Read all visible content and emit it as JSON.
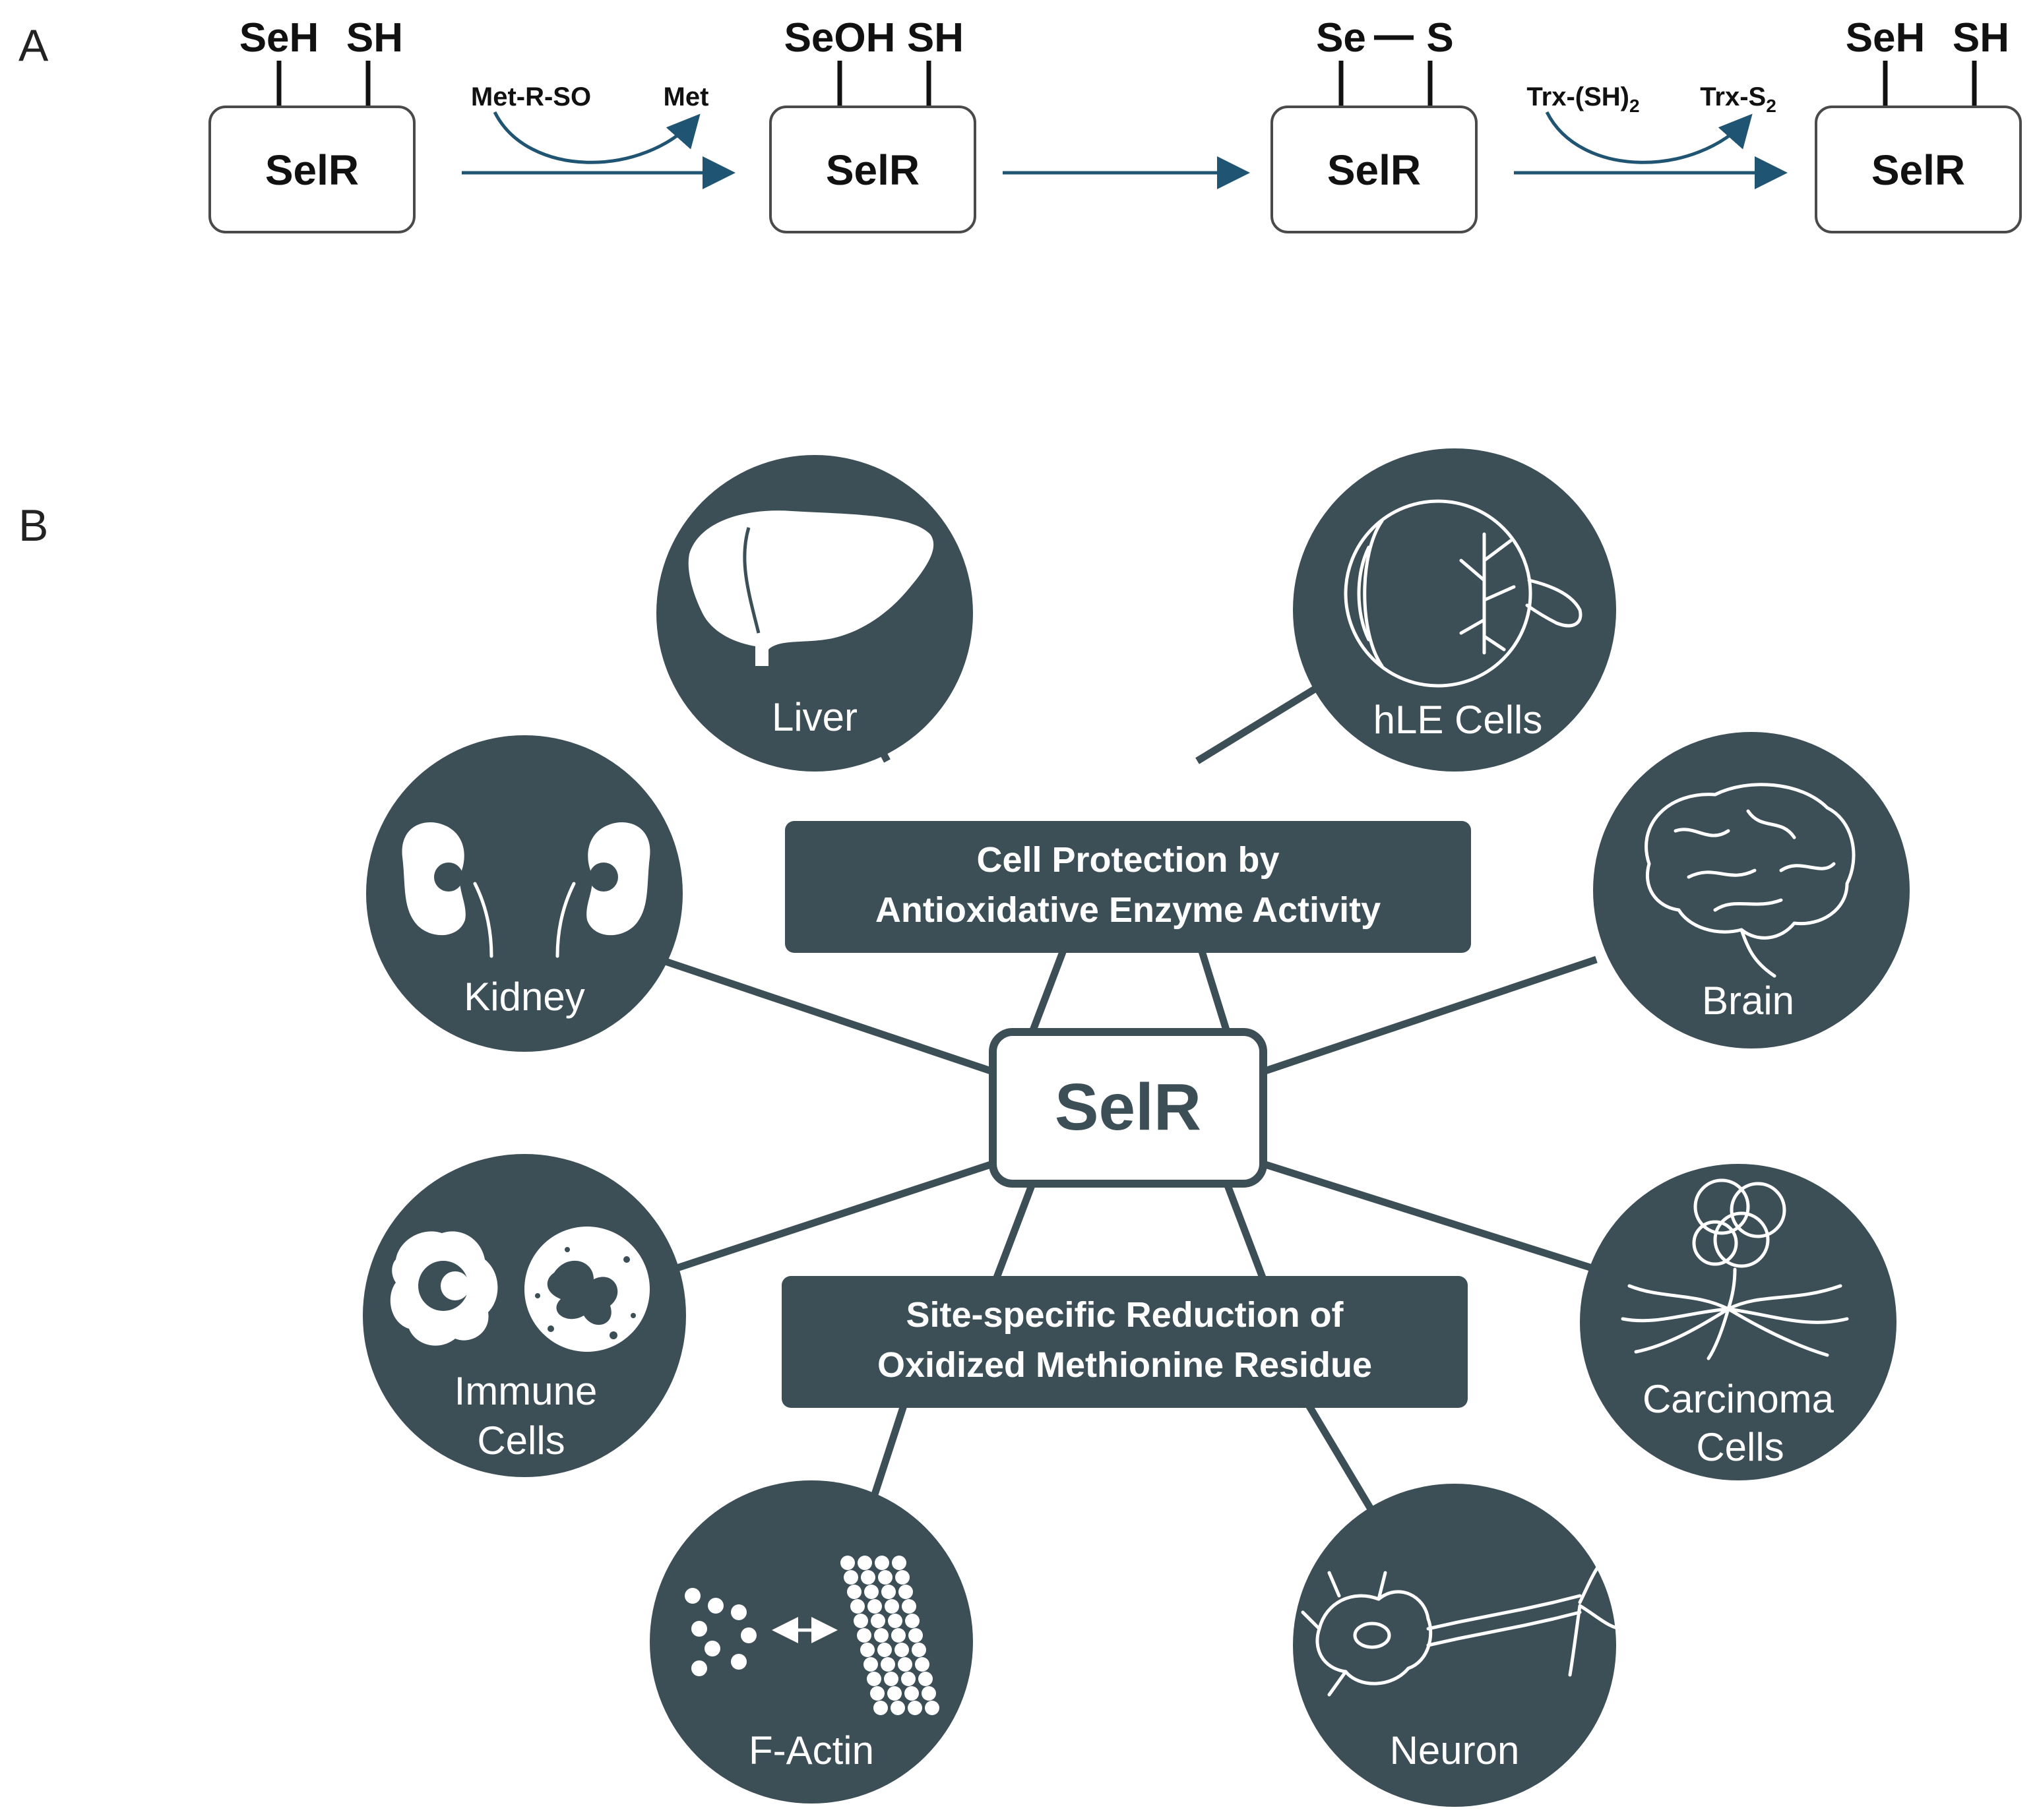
{
  "panel_a": {
    "letter": "A",
    "states": [
      {
        "left": "SeH",
        "right": "SH",
        "bond": false,
        "box": "SelR"
      },
      {
        "left": "SeOH",
        "right": "SH",
        "bond": false,
        "box": "SelR"
      },
      {
        "left": "Se",
        "right": "S",
        "bond": true,
        "box": "SelR"
      },
      {
        "left": "SeH",
        "right": "SH",
        "bond": false,
        "box": "SelR"
      }
    ],
    "steps": [
      {
        "substrate": "Met-R-SO",
        "product": "Met"
      },
      {
        "substrate": "",
        "product": ""
      },
      {
        "substrate": "Trx-(SH)",
        "substrate_sub": "2",
        "product": "Trx-S",
        "product_sub": "2"
      }
    ]
  },
  "panel_b": {
    "letter": "B",
    "center": "SelR",
    "bar_top": [
      "Cell Protection by",
      "Antioxidative  Enzyme Activity"
    ],
    "bar_bottom": [
      "Site-specific  Reduction of",
      "Oxidized Methionine Residue"
    ],
    "nodes": [
      {
        "id": "liver",
        "lines": [
          "Liver"
        ],
        "icon": "liver-icon"
      },
      {
        "id": "hle",
        "lines": [
          "hLE Cells"
        ],
        "icon": "eye-icon"
      },
      {
        "id": "kidney",
        "lines": [
          "Kidney"
        ],
        "icon": "kidney-icon"
      },
      {
        "id": "brain",
        "lines": [
          "Brain"
        ],
        "icon": "brain-icon"
      },
      {
        "id": "immune",
        "lines": [
          "Immune",
          "Cells"
        ],
        "icon": "immune-cells-icon"
      },
      {
        "id": "carcinoma",
        "lines": [
          "Carcinoma",
          "Cells"
        ],
        "icon": "carcinoma-cells-icon"
      },
      {
        "id": "factin",
        "lines": [
          "F-Actin"
        ],
        "icon": "f-actin-icon"
      },
      {
        "id": "neuron",
        "lines": [
          "Neuron"
        ],
        "icon": "neuron-icon"
      }
    ]
  },
  "colors": {
    "node": "#3c4e56",
    "arrow": "#1f5573"
  }
}
